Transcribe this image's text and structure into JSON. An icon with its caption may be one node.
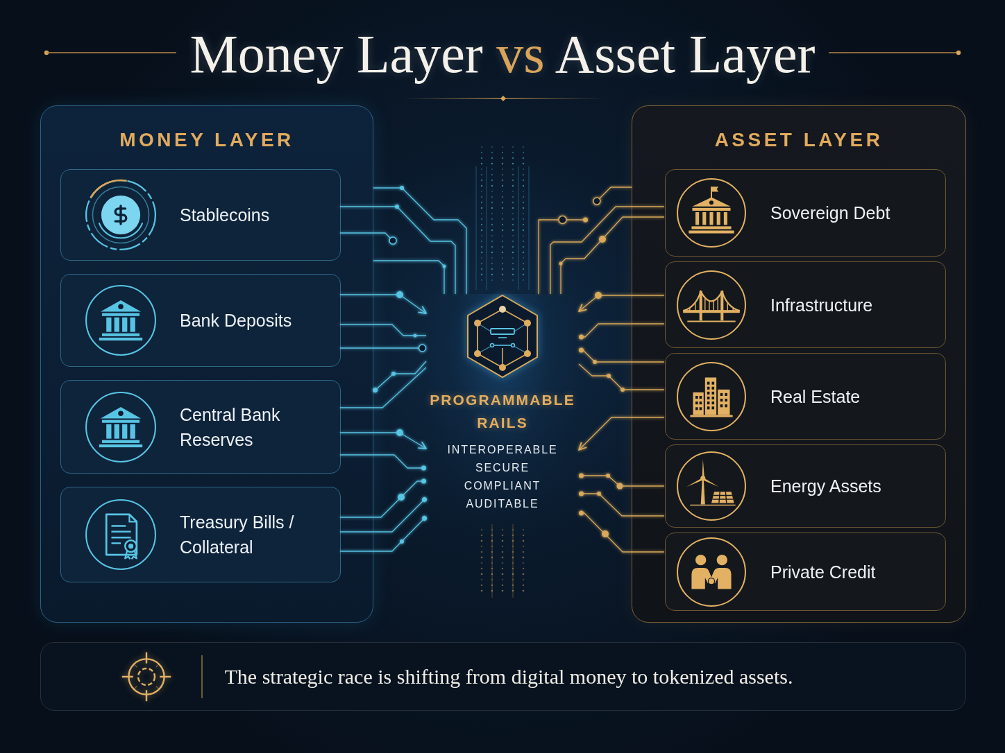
{
  "diagram": {
    "title": "Money Layer **vs** Asset Layer",
    "nodes": [
      {
        "text": [
          "MONEY LAYER"
        ]
      },
      {
        "text": [
          "Stablecoins"
        ],
        "in": 0
      },
      {
        "text": [
          "Bank Deposits"
        ],
        "in": 0
      },
      {
        "text": [
          "Central Bank Reserves"
        ],
        "in": 0
      },
      {
        "text": [
          "Treasury Bills / Collateral"
        ],
        "in": 0
      },
      {
        "text": [
          "PROGRAMMABLE RAILS",
          "INTEROPERABLE",
          "SECURE",
          "COMPLIANT",
          "AUDITABLE"
        ]
      },
      {
        "text": [
          "ASSET LAYER"
        ]
      },
      {
        "text": [
          "Sovereign Debt"
        ],
        "in": 6
      },
      {
        "text": [
          "Infrastructure"
        ],
        "in": 6
      },
      {
        "text": [
          "Real Estate"
        ],
        "in": 6
      },
      {
        "text": [
          "Energy Assets"
        ],
        "in": 6
      },
      {
        "text": [
          "Private Credit"
        ],
        "in": 6
      },
      {
        "text": [
          "The strategic race is shifting from digital money to tokenized assets."
        ]
      }
    ],
    "edges": [
      {
        "from": 0,
        "to": 5,
        "arrow": "none"
      },
      {
        "from": 1,
        "to": 5,
        "arrow": "none"
      },
      {
        "from": 1,
        "to": null,
        "arrow": "other"
      },
      {
        "from": 0,
        "to": 5,
        "arrow": "none"
      },
      {
        "from": 2,
        "to": 5,
        "arrow": "to"
      },
      {
        "from": 2,
        "to": 5,
        "arrow": "none"
      },
      {
        "from": 2,
        "to": 5,
        "arrow": "other"
      },
      {
        "from": 0,
        "to": 5,
        "arrow": "other"
      },
      {
        "from": 3,
        "to": 5,
        "arrow": "none"
      },
      {
        "from": 3,
        "to": 5,
        "arrow": "to"
      },
      {
        "from": 3,
        "to": 5,
        "arrow": "other"
      },
      {
        "from": 4,
        "to": 5,
        "arrow": "other"
      },
      {
        "from": 4,
        "to": 5,
        "arrow": "other"
      },
      {
        "from": 4,
        "to": 5,
        "arrow": "other"
      },
      {
        "from": 6,
        "to": null,
        "arrow": "other",
        "color": "#d8a95b"
      },
      {
        "from": 7,
        "to": 5,
        "arrow": "none",
        "color": "#d8a95b"
      },
      {
        "from": 7,
        "to": 5,
        "arrow": "none",
        "color": "#d8a95b"
      },
      {
        "from": 8,
        "to": 5,
        "arrow": "to",
        "color": "#d8a95b"
      },
      {
        "from": 8,
        "to": 5,
        "arrow": "other",
        "color": "#d8a95b"
      },
      {
        "from": 9,
        "to": 5,
        "arrow": "other",
        "color": "#d8a95b"
      },
      {
        "from": 9,
        "to": 5,
        "arrow": "none",
        "color": "#d8a95b"
      },
      {
        "from": 9,
        "to": 5,
        "arrow": "to",
        "color": "#d8a95b"
      },
      {
        "from": 10,
        "to": 5,
        "arrow": "other",
        "color": "#d8a95b"
      },
      {
        "from": 10,
        "to": 5,
        "arrow": "other",
        "color": "#d8a95b"
      },
      {
        "from": 11,
        "to": 5,
        "arrow": "other",
        "color": "#d8a95b"
      },
      {
        "from": null,
        "to": 5,
        "arrow": "other",
        "color": "#d8a95b"
      }
    ]
  }
}
